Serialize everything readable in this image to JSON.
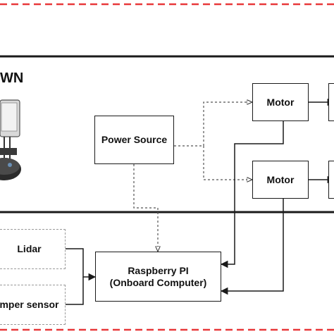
{
  "title": "WN",
  "nodes": {
    "power_source": "Power Source",
    "motor_top": "Motor",
    "motor_bottom": "Motor",
    "lidar": "Lidar",
    "bumper_sensor": "mper sensor",
    "raspberry_line1": "Raspberry PI",
    "raspberry_line2": "(Onboard Computer)"
  },
  "colors": {
    "frame_dash": "#e8383a",
    "robot_band": "#1a1a1a",
    "arrow": "#1a1a1a",
    "dashed_arrow": "#555555",
    "sensor_border": "#9a9a9a"
  },
  "icons": {
    "robot": "turtlebot-robot-photo"
  }
}
